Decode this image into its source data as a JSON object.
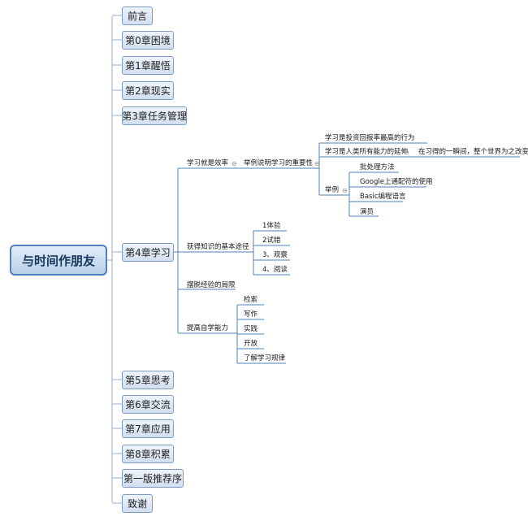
{
  "root": "与时间作朋友",
  "chapters": {
    "c0": "前言",
    "c1": "第0章困境",
    "c2": "第1章醒悟",
    "c3": "第2章现实",
    "c4": "第3章任务管理",
    "c5": "第4章学习",
    "c6": "第5章思考",
    "c7": "第6章交流",
    "c8": "第7章应用",
    "c9": "第8章积累",
    "c10": "第一版推荐序",
    "c11": "致谢"
  },
  "learning": {
    "efficiency": "学习就是效率",
    "importance": "举例说明学习的重要性",
    "roi": "学习是投资回报率最高的行为",
    "extension": "学习是人类所有能力的延伸",
    "world": "在习得的一瞬间，整个世界为之改变",
    "examples": "举例",
    "ex1": "批处理方法",
    "ex2": "Google上通配符的使用",
    "ex3": "Basic编程语言",
    "ex4": "演员",
    "paths": "获得知识的基本途径",
    "p1": "1体验",
    "p2": "2试错",
    "p3": "3、观察",
    "p4": "4、阅读",
    "limits": "摆脱经验的局限",
    "self": "提高自学能力",
    "s1": "检索",
    "s2": "写作",
    "s3": "实践",
    "s4": "开放",
    "s5": "了解学习规律"
  },
  "colors": {
    "line_blue": "#4f81bd",
    "root_border": "#4f81bd",
    "node_fill": "#d2dff0"
  }
}
